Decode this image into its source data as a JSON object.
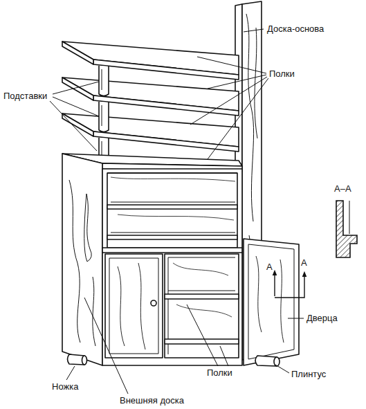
{
  "diagram": {
    "labels": [
      "Доска-основа",
      "Полки",
      "Подставки",
      "А–А",
      "А",
      "А",
      "Дверца",
      "Плинтус",
      "Полки",
      "Ножка",
      "Внешняя доска"
    ]
  }
}
